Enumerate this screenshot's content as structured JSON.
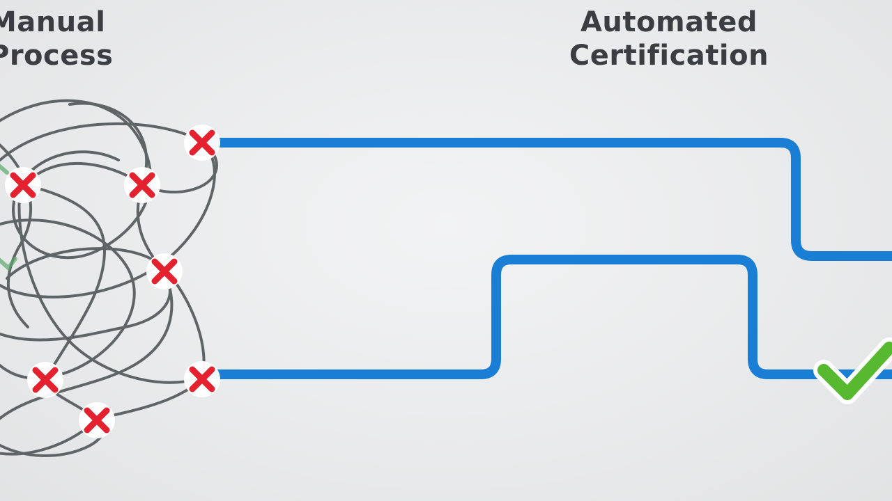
{
  "titles": {
    "manual_line1": "Manual",
    "manual_line2": "Process",
    "automated_line1": "Automated",
    "automated_line2": "Certification"
  },
  "colors": {
    "pipeline": "#1a7fd4",
    "tangle": "#5f6566",
    "fail_marker": "#e4212e",
    "success_marker": "#56b92f",
    "title_text": "#3a3e42"
  },
  "icons": {
    "fail": "x-mark-icon",
    "success": "check-mark-icon"
  }
}
